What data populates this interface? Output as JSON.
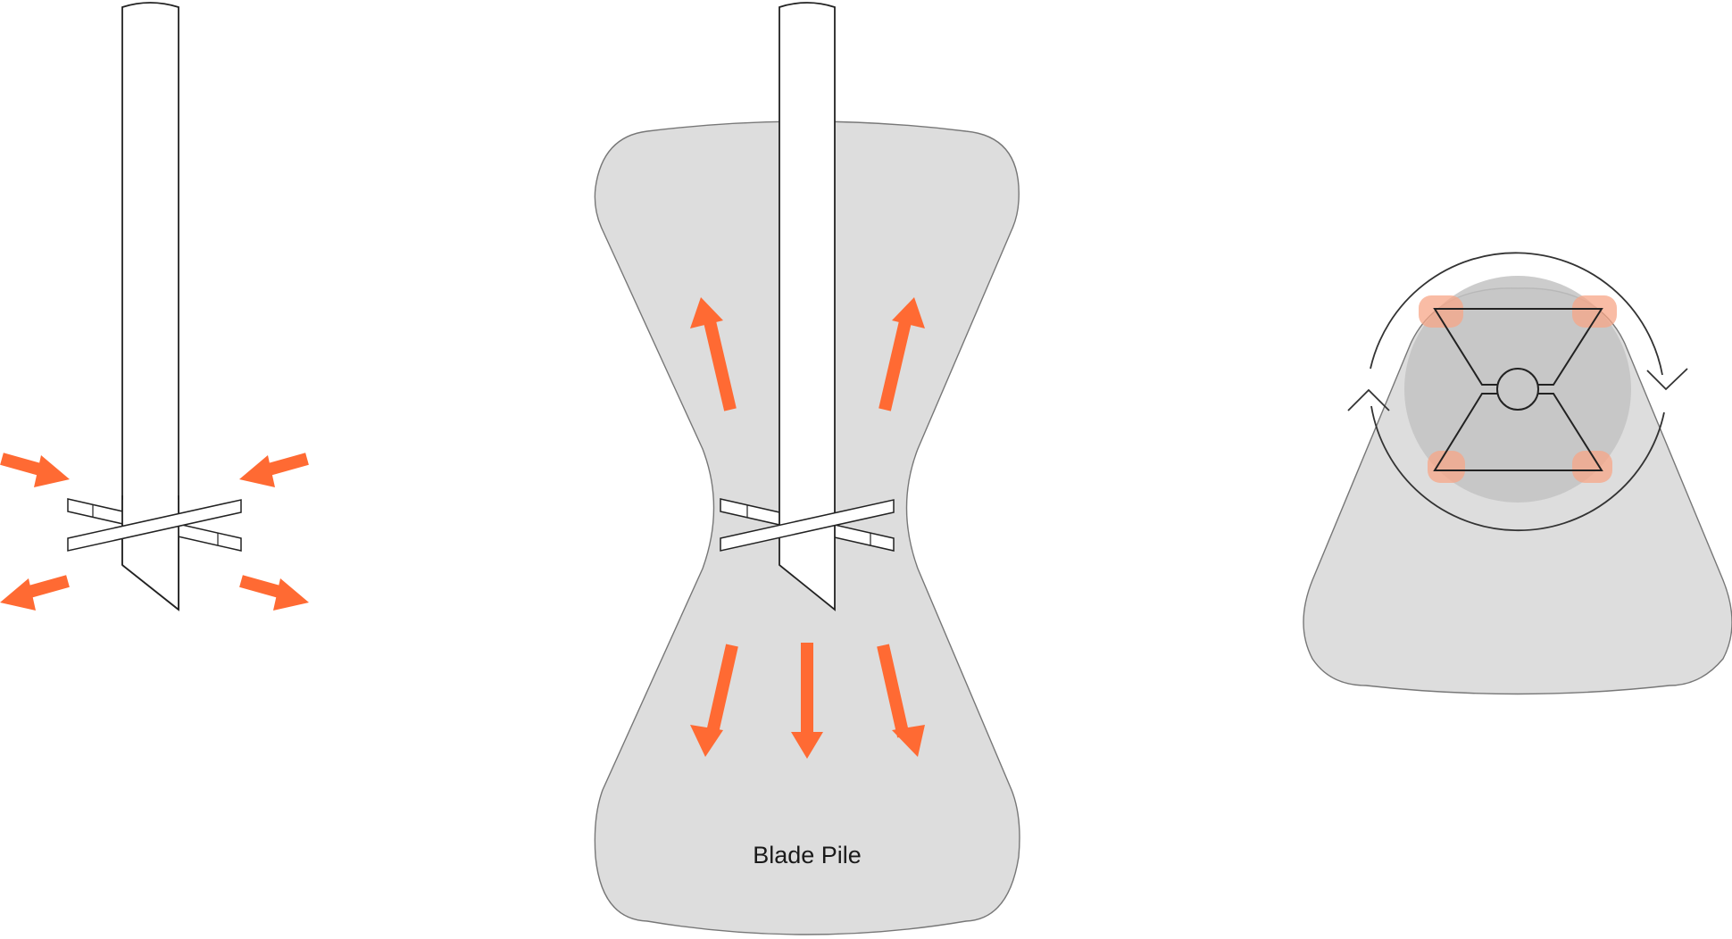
{
  "labels": {
    "pile_label": "Blade Pile"
  },
  "colors": {
    "arrow": "#ff6a33",
    "soil": "#dddddd",
    "soil_stroke": "#777777",
    "line": "#222222",
    "highlight": "#f7a687",
    "inner_circle": "#c3c3c3"
  },
  "panels": [
    {
      "name": "installation-view"
    },
    {
      "name": "soil-flow-view"
    },
    {
      "name": "top-rotation-view"
    }
  ]
}
